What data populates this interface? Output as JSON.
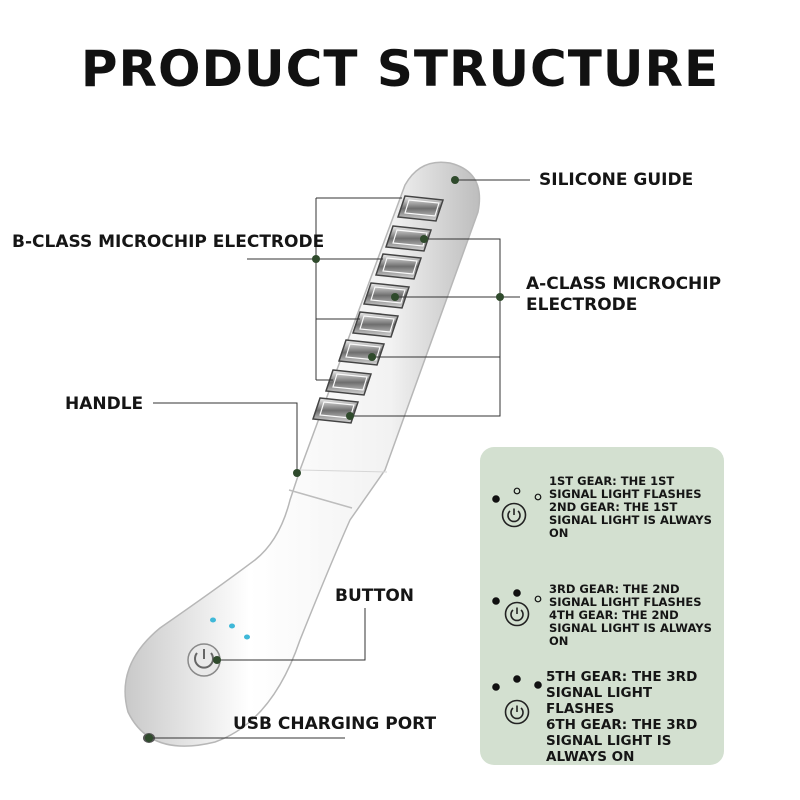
{
  "title": "PRODUCT STRUCTURE",
  "labels": {
    "silicone_guide": "SILICONE GUIDE",
    "b_class": "B-CLASS MICROCHIP ELECTRODE",
    "a_class": "A-CLASS MICROCHIP\nELECTRODE",
    "handle": "HANDLE",
    "button": "BUTTON",
    "usb": "USB CHARGING PORT"
  },
  "gears": [
    {
      "text": "1ST GEAR: THE 1ST\nSIGNAL LIGHT FLASHES\n2ND GEAR: THE 1ST\nSIGNAL LIGHT IS ALWAYS ON",
      "lit": 1
    },
    {
      "text": "3RD GEAR: THE 2ND\nSIGNAL LIGHT FLASHES\n4TH GEAR: THE 2ND\nSIGNAL LIGHT IS ALWAYS ON",
      "lit": 2
    },
    {
      "text": "5TH GEAR: THE 3RD\nSIGNAL LIGHT FLASHES\n6TH GEAR: THE 3RD\nSIGNAL LIGHT IS\nALWAYS ON",
      "lit": 3
    }
  ],
  "icons": [
    "power-icon",
    "signal-light-icon",
    "usb-port-icon"
  ],
  "colors": {
    "panel": "#d3e0d0",
    "leader_dot": "#2f4a2c",
    "indicator_light": "#3fb8d8"
  }
}
